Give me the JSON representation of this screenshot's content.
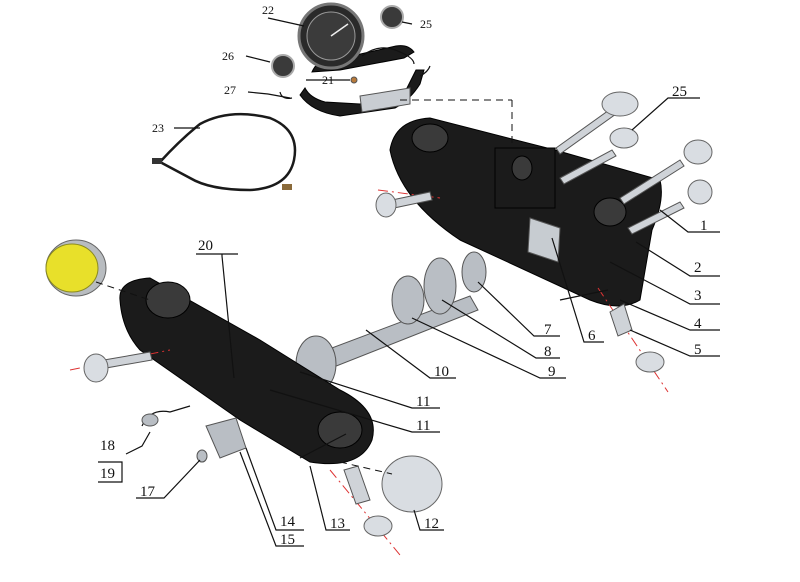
{
  "diagram": {
    "part_labels": {
      "p1": "1",
      "p2": "2",
      "p3": "3",
      "p4": "4",
      "p5": "5",
      "p6": "6",
      "p7": "7",
      "p8": "8",
      "p9": "9",
      "p10": "10",
      "p11a": "11",
      "p11b": "11",
      "p12": "12",
      "p13": "13",
      "p14": "14",
      "p15": "15",
      "p17": "17",
      "p18": "18",
      "p19": "19",
      "p20": "20",
      "p21": "21",
      "p22": "22",
      "p23": "23",
      "p25a": "25",
      "p25b": "25",
      "p26": "26",
      "p27": "27"
    },
    "colors": {
      "triple_clamp": "#1b1b1b",
      "steel": "#b9bec4",
      "cap": "#e8e02a",
      "axis_line": "#d33333"
    }
  }
}
